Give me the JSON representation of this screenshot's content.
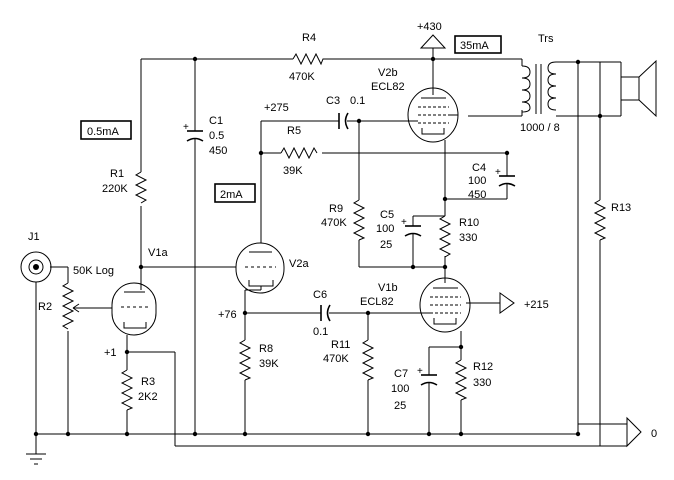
{
  "labels": {
    "r4": "R4",
    "r4v": "470K",
    "v2b": "V2b",
    "ecl82_top": "ECL82",
    "b430": "+430",
    "i35": "35mA",
    "trs": "Trs",
    "ratio": "1000 / 8",
    "i05": "0.5mA",
    "c1": "C1",
    "c1a": "0.5",
    "c1b": "450",
    "b275": "+275",
    "c3": "C3",
    "c3v": "0.1",
    "r5": "R5",
    "r5v": "39K",
    "r1": "R1",
    "r1v": "220K",
    "i2": "2mA",
    "c4": "C4",
    "c4a": "100",
    "c4b": "450",
    "r9": "R9",
    "r9v": "470K",
    "c5": "C5",
    "c5a": "100",
    "c5b": "25",
    "r10": "R10",
    "r10v": "330",
    "r13": "R13",
    "j1": "J1",
    "pot": "50K Log",
    "r2": "R2",
    "v1a": "V1a",
    "v2a": "V2a",
    "b76": "+76",
    "c6": "C6",
    "c6v": "0.1",
    "v1b": "V1b",
    "ecl82_bot": "ECL82",
    "b215": "+215",
    "b1": "+1",
    "r8": "R8",
    "r8v": "39K",
    "r11": "R11",
    "r11v": "470K",
    "c7": "C7",
    "c7a": "100",
    "c7b": "25",
    "r12": "R12",
    "r12v": "330",
    "r3": "R3",
    "r3v": "2K2",
    "zero": "0"
  }
}
